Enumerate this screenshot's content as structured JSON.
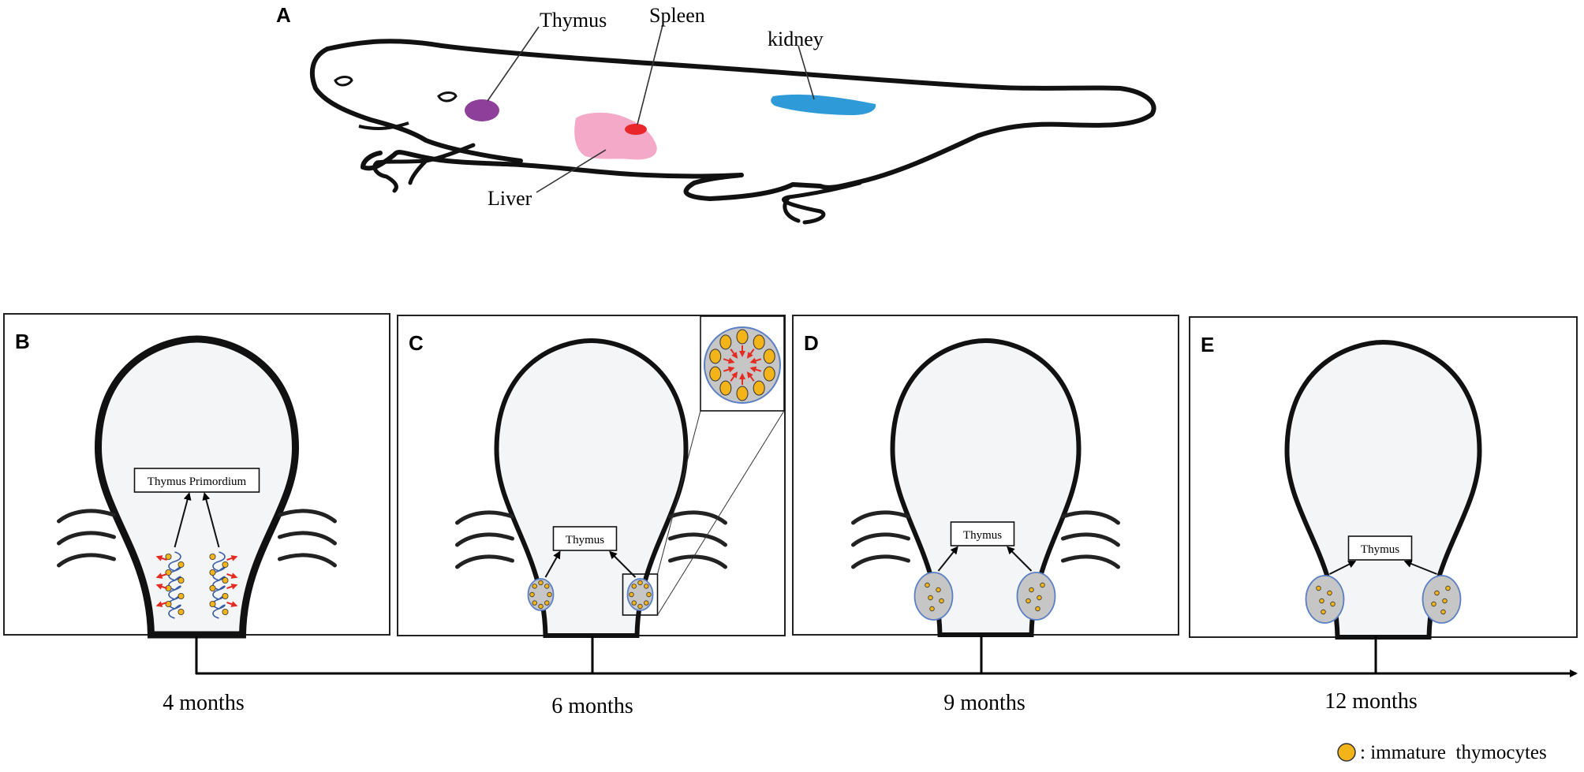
{
  "panel_a": {
    "letter": "A",
    "labels": {
      "thymus": "Thymus",
      "spleen": "Spleen",
      "kidney": "kidney",
      "liver": "Liver"
    }
  },
  "panels": [
    {
      "letter": "B",
      "label": "Thymus Primordium",
      "timepoint": "4 months"
    },
    {
      "letter": "C",
      "label": "Thymus",
      "timepoint": "6 months"
    },
    {
      "letter": "D",
      "label": "Thymus",
      "timepoint": "9 months"
    },
    {
      "letter": "E",
      "label": "Thymus",
      "timepoint": "12 months"
    }
  ],
  "legend": {
    "text": ": immature  thymocytes"
  },
  "colors": {
    "thymus": "#8e3f9a",
    "spleen": "#e8262b",
    "kidney": "#2e9bd8",
    "liver": "#f4a9c8",
    "cell": "#f2b418",
    "lobe_fill": "#c6c6c6",
    "lobe_stroke": "#5a7fc4",
    "arrow_red": "#e32b22"
  }
}
